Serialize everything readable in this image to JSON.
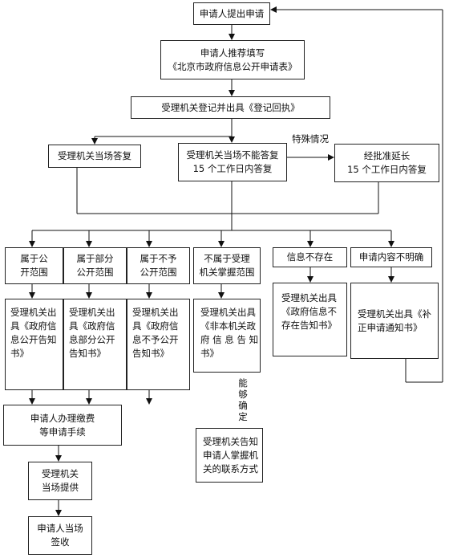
{
  "nodes": {
    "apply": [
      "申请人提出申请"
    ],
    "fill_form": [
      "申请人推荐填写",
      "《北京市政府信息公开申请表》"
    ],
    "register": [
      "受理机关登记并出具《登记回执》"
    ],
    "answer_onsite": [
      "受理机关当场答复"
    ],
    "answer_15days": [
      "受理机关当场不能答复",
      "15 个工作日内答复"
    ],
    "extended": [
      "经批准延长",
      "15 个工作日内答复"
    ],
    "cat_public": [
      "属于公",
      "开范围"
    ],
    "cat_partial": [
      "属于部分",
      "公开范围"
    ],
    "cat_nonpublic": [
      "属于不予",
      "公开范围"
    ],
    "cat_notheld": [
      "不属于受理",
      "机关掌握范围"
    ],
    "cat_noinfo": [
      "信息不存在"
    ],
    "cat_unclear": [
      "申请内容不明确"
    ],
    "notice_public": [
      "受理机关出",
      "具《政府信",
      "息公开告知",
      "书》"
    ],
    "notice_partial": [
      "受理机关出",
      "具《政府信",
      "息部分公开",
      "告知书》"
    ],
    "notice_nonpublic": [
      "受理机关出",
      "具《政府信",
      "息不予公开",
      "告知书》"
    ],
    "notice_notheld": [
      "受理机关出具",
      "《非本机关政",
      "府 信 息 告 知",
      "书》"
    ],
    "notice_noinfo": [
      "受理机关出具",
      "《政府信息不",
      "存在告知书》"
    ],
    "notice_unclear": [
      "受理机关出具《补",
      "正申请通知书》"
    ],
    "pay": [
      "申请人办理缴费",
      "等申请手续"
    ],
    "provide": [
      "受理机关",
      "当场提供"
    ],
    "sign": [
      "申请人当场",
      "签收"
    ],
    "inform_contact": [
      "受理机关告知",
      "申请人掌握机",
      "关的联系方式"
    ]
  },
  "labels": {
    "special": "特殊情况",
    "can_determine": "能够确定"
  }
}
